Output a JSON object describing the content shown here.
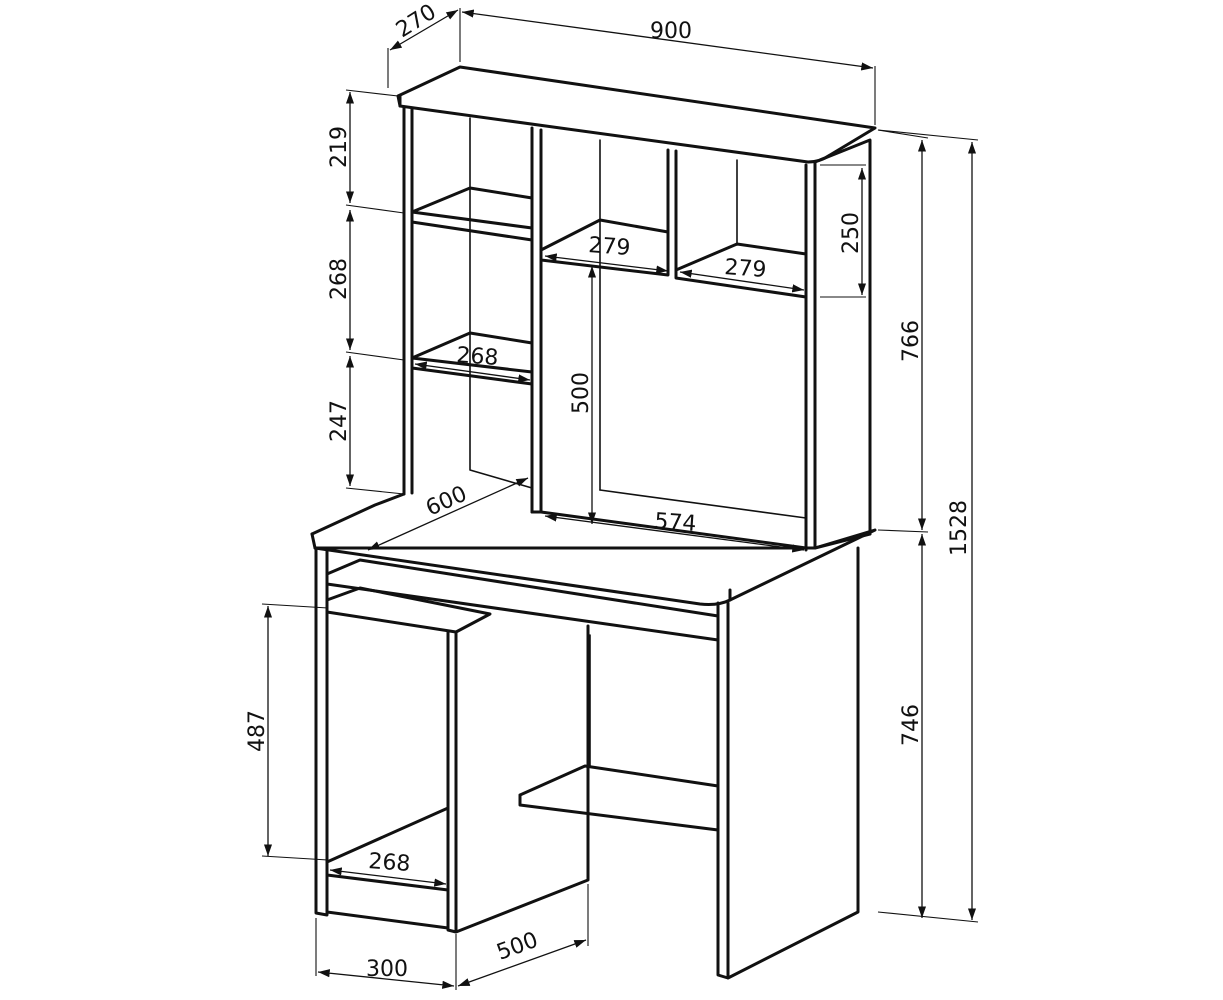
{
  "dimensions": {
    "depth_top": "270",
    "width_total": "900",
    "hutch_height": "766",
    "total_height": "1528",
    "desk_height": "746",
    "shelf_gap_top": "219",
    "shelf_gap_mid": "268",
    "shelf_gap_bottom": "247",
    "right_compartment_height": "250",
    "shelf_width_center": "279",
    "shelf_width_right": "279",
    "shelf_width_left_lower": "268",
    "opening_height": "500",
    "desk_depth": "600",
    "opening_width": "574",
    "pedestal_height": "487",
    "pedestal_shelf_width": "268",
    "pedestal_width": "300",
    "pedestal_depth": "500"
  }
}
